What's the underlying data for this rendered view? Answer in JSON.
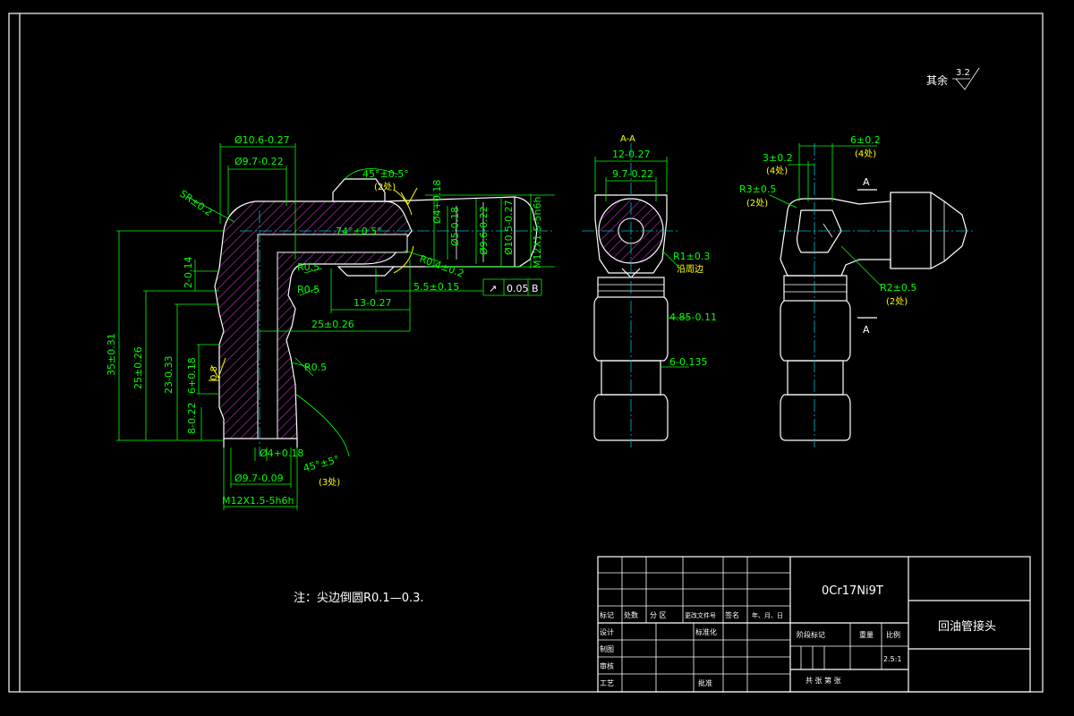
{
  "surface_roughness": {
    "label": "其余",
    "value": "3.2"
  },
  "note": "注：尖边倒圆R0.1—0.3.",
  "section_label": "A-A",
  "section_marks": [
    "A",
    "A"
  ],
  "colors": {
    "outline": "#ffffff",
    "dimension": "#00ff00",
    "centerline": "#00bcd4",
    "hatch": "#cc33cc",
    "annotation": "#ffff00"
  },
  "main_view": {
    "dims": {
      "d1": "Ø10.6-0.27",
      "d2": "Ø9.7-0.22",
      "sr": "SR±0.2",
      "ang1": "45°±0.5°",
      "ang1_note": "(2处)",
      "ang2": "74°±0.5°",
      "d4": "Ø4+0.18",
      "d5": "Ø5-0.18",
      "d96": "Ø9.6-0.22",
      "d105": "Ø10.5-0.27",
      "thread_r": "M12X1.5-5h6h",
      "r04": "R0.4±0.2",
      "r05a": "R0.5",
      "r05b": "R0.5",
      "r05c": "R0.5",
      "len13": "13-0.27",
      "len55": "5.5±0.15",
      "tol_sym": "0.05",
      "tol_datum": "B",
      "len25h": "25±0.26",
      "h35": "35±0.31",
      "h25": "25±0.26",
      "h23": "23-0.33",
      "h6": "6+0.18",
      "h8": "8-0.22",
      "h2": "2-0.14",
      "rough08": "0.8",
      "d4b": "Ø4+0.18",
      "ang3": "45°±5°",
      "ang3_note": "(3处)",
      "d97b": "Ø9.7-0.09",
      "thread_b": "M12X1.5-5h6h"
    }
  },
  "section_view": {
    "dims": {
      "w12": "12-0.27",
      "w97": "9.7-0.22",
      "r1": "R1±0.3",
      "r1_note": "沿周边",
      "h485": "4.85-0.11",
      "h6": "6-0.135"
    }
  },
  "side_view": {
    "dims": {
      "d3": "3±0.2",
      "d3_note": "(4处)",
      "d6": "6±0.2",
      "d6_note": "(4处)",
      "r3": "R3±0.5",
      "r3_note": "(2处)",
      "r2": "R2±0.5",
      "r2_note": "(2处)"
    }
  },
  "title_block": {
    "material": "0Cr17Ni9T",
    "part_name": "回油管接头",
    "scale": "2.5:1",
    "headers": [
      "标记",
      "处数",
      "分 区",
      "更改文件号",
      "签名",
      "年、月、日"
    ],
    "row_design": "设计",
    "row_standard": "标准化",
    "row_draw": "制图",
    "row_check": "审核",
    "row_process": "工艺",
    "row_approve": "批准",
    "stage_label": "阶段标记",
    "weight_label": "重量",
    "scale_label": "比例",
    "sheet_label": "共    张  第    张"
  }
}
